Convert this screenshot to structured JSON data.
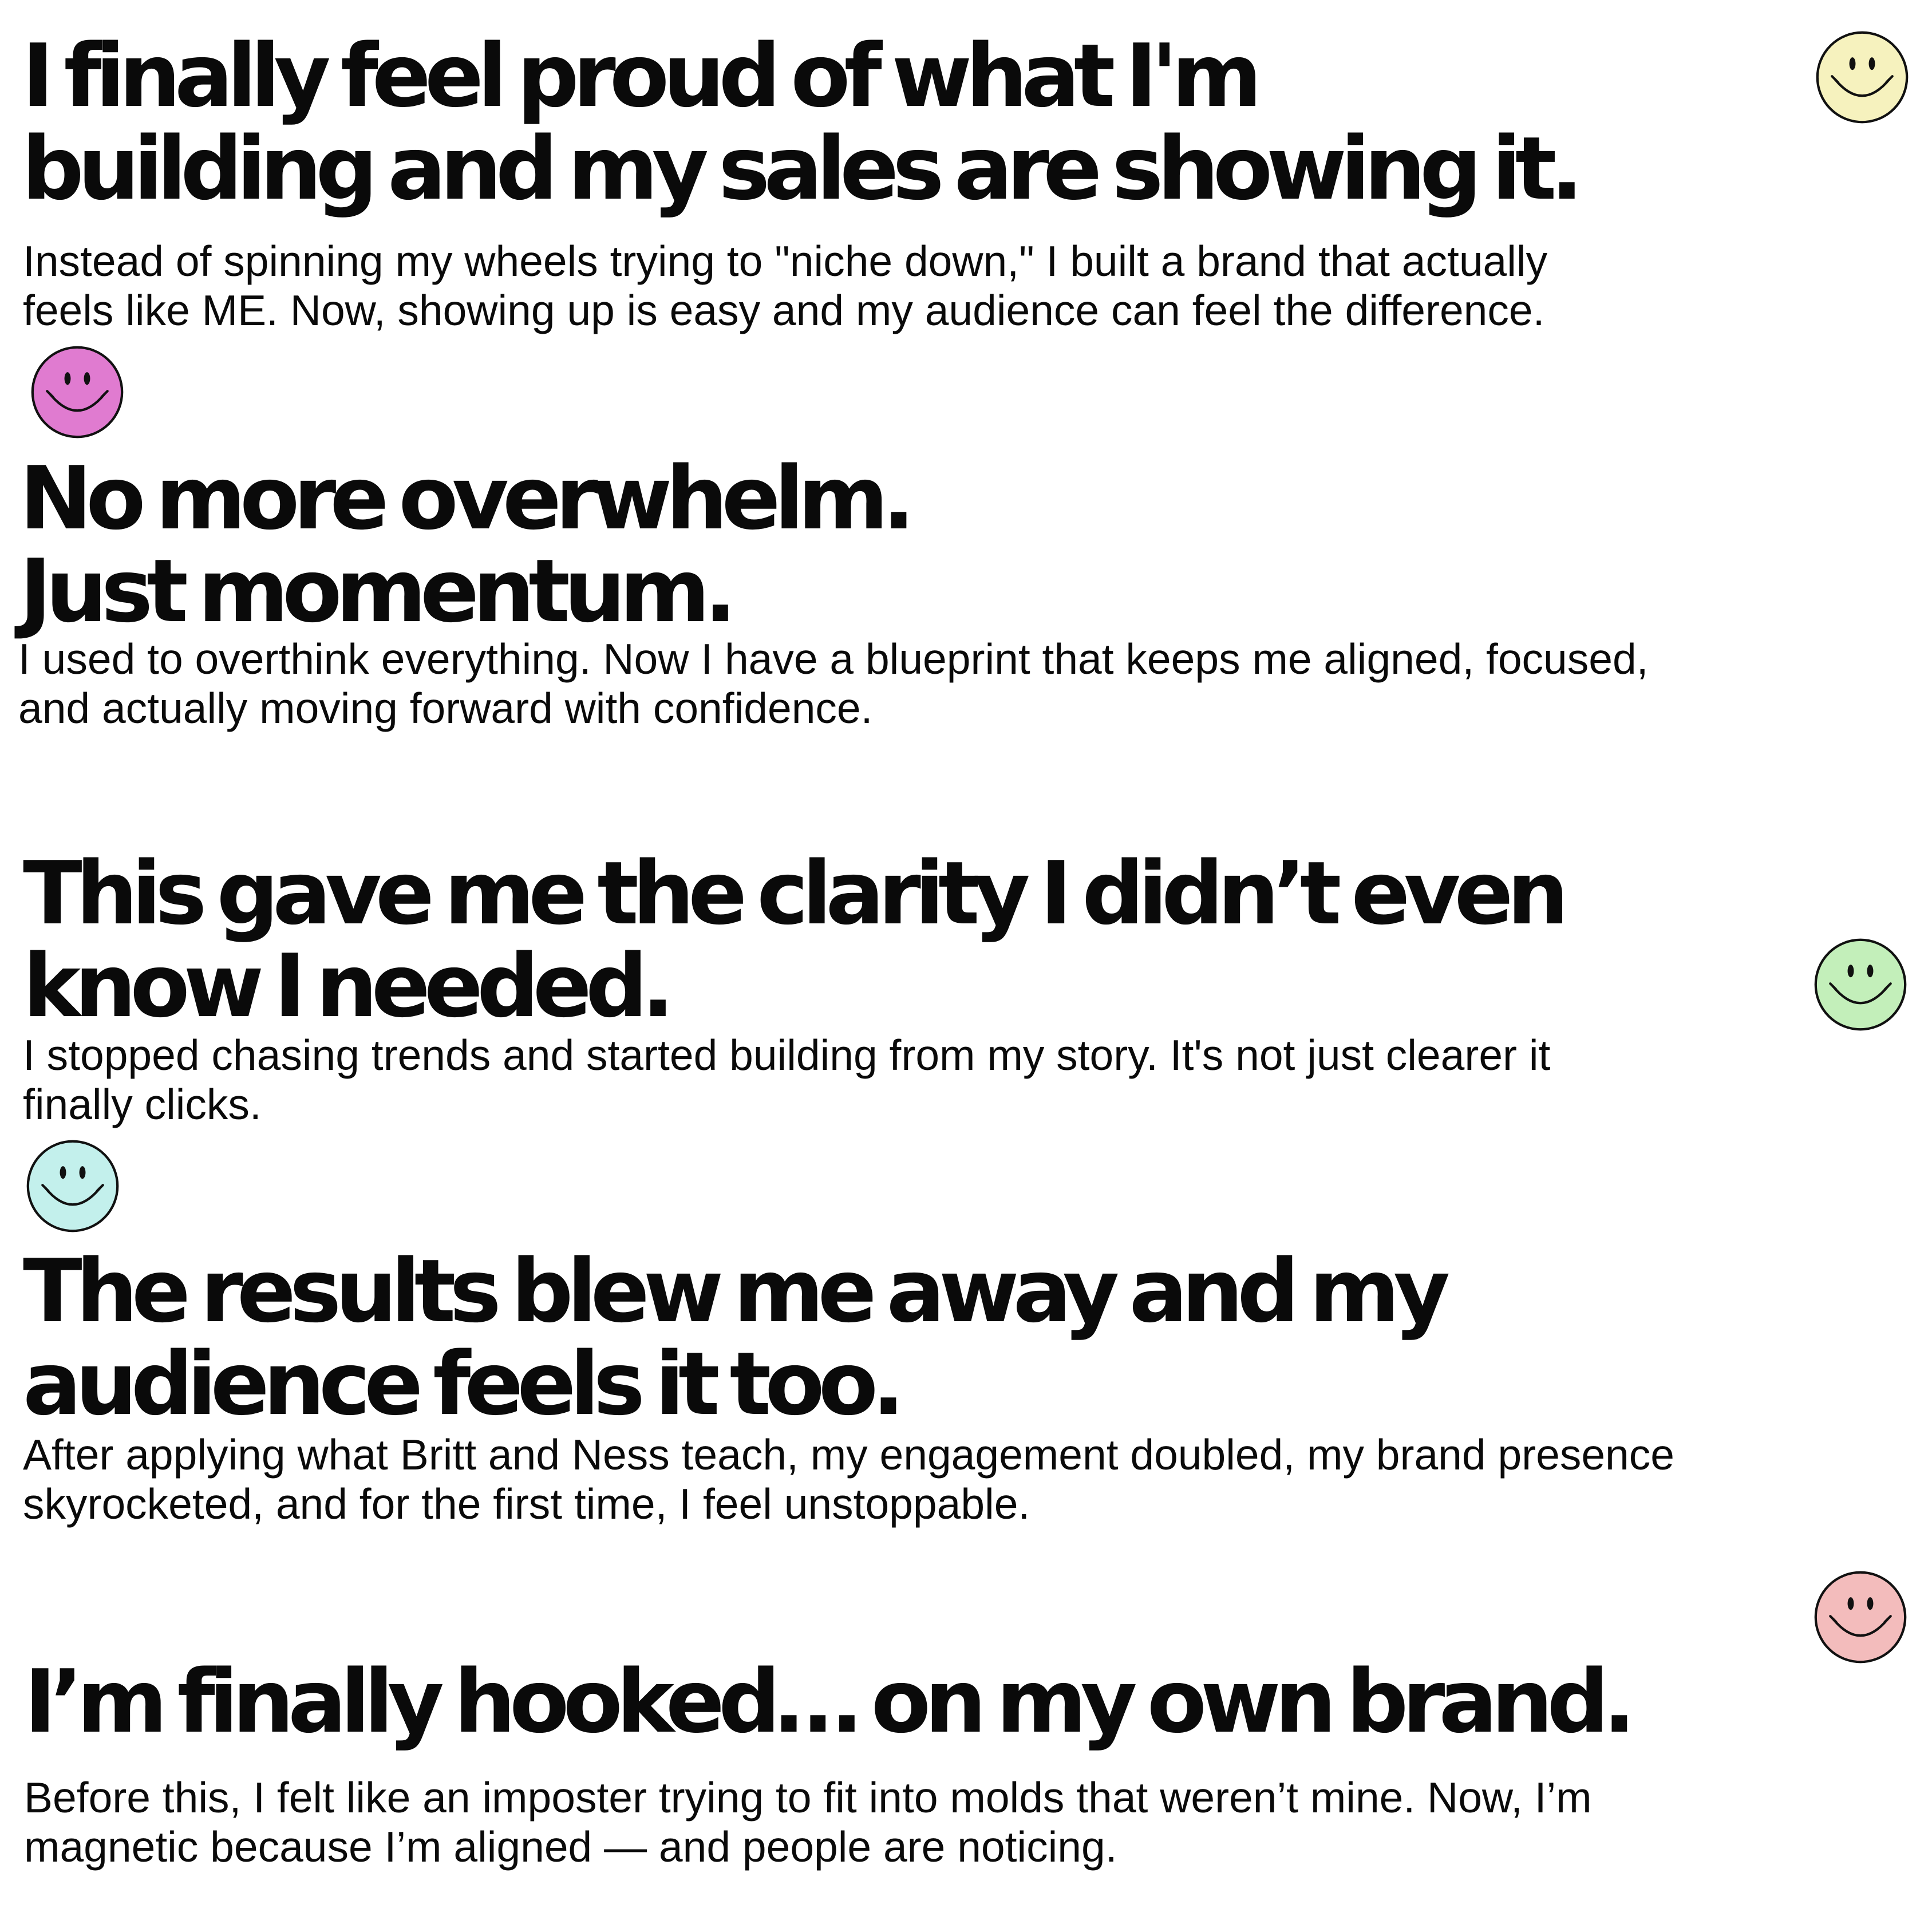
{
  "testimonials": [
    {
      "headline_line1": "I finally feel proud of what I'm",
      "headline_line2": "building and my sales are showing it.",
      "body_line1": "Instead of spinning my wheels trying to \"niche down,\" I built a brand that actually",
      "body_line2": "feels like ME. Now, showing up is easy and my audience can feel the difference.",
      "smiley_color": "#f6f2be",
      "smiley_icon": "smiley-face-icon"
    },
    {
      "headline_line1": "No more overwhelm.",
      "headline_line2": "Just momentum.",
      "body_line1": "I used to overthink everything. Now I have a blueprint that keeps me aligned, focused,",
      "body_line2": "and actually moving forward with confidence.",
      "smiley_color": "#e07bd0",
      "smiley_icon": "smiley-face-icon"
    },
    {
      "headline_line1": "This gave me the clarity I didn’t even",
      "headline_line2": "know I needed.",
      "body_line1": "I stopped chasing trends and started building from my story. It's not just clearer it",
      "body_line2": "finally clicks.",
      "smiley_color": "#c3efba",
      "smiley_icon": "smiley-face-icon"
    },
    {
      "headline_line1": "The results blew me away and my",
      "headline_line2": "audience feels it too.",
      "body_line1": "After applying what Britt and Ness teach, my engagement doubled, my brand presence",
      "body_line2": "skyrocketed, and for the first time, I feel unstoppable.",
      "smiley_color": "#c3f0ec",
      "smiley_icon": "smiley-face-icon"
    },
    {
      "headline_line1": "I’m finally hooked… on my own brand.",
      "body_line1": "Before this, I felt like an imposter trying to fit into molds that weren’t mine. Now, I’m",
      "body_line2": "magnetic because I’m aligned — and people are noticing.",
      "smiley_color": "#f3bcbc",
      "smiley_icon": "smiley-face-icon"
    }
  ]
}
